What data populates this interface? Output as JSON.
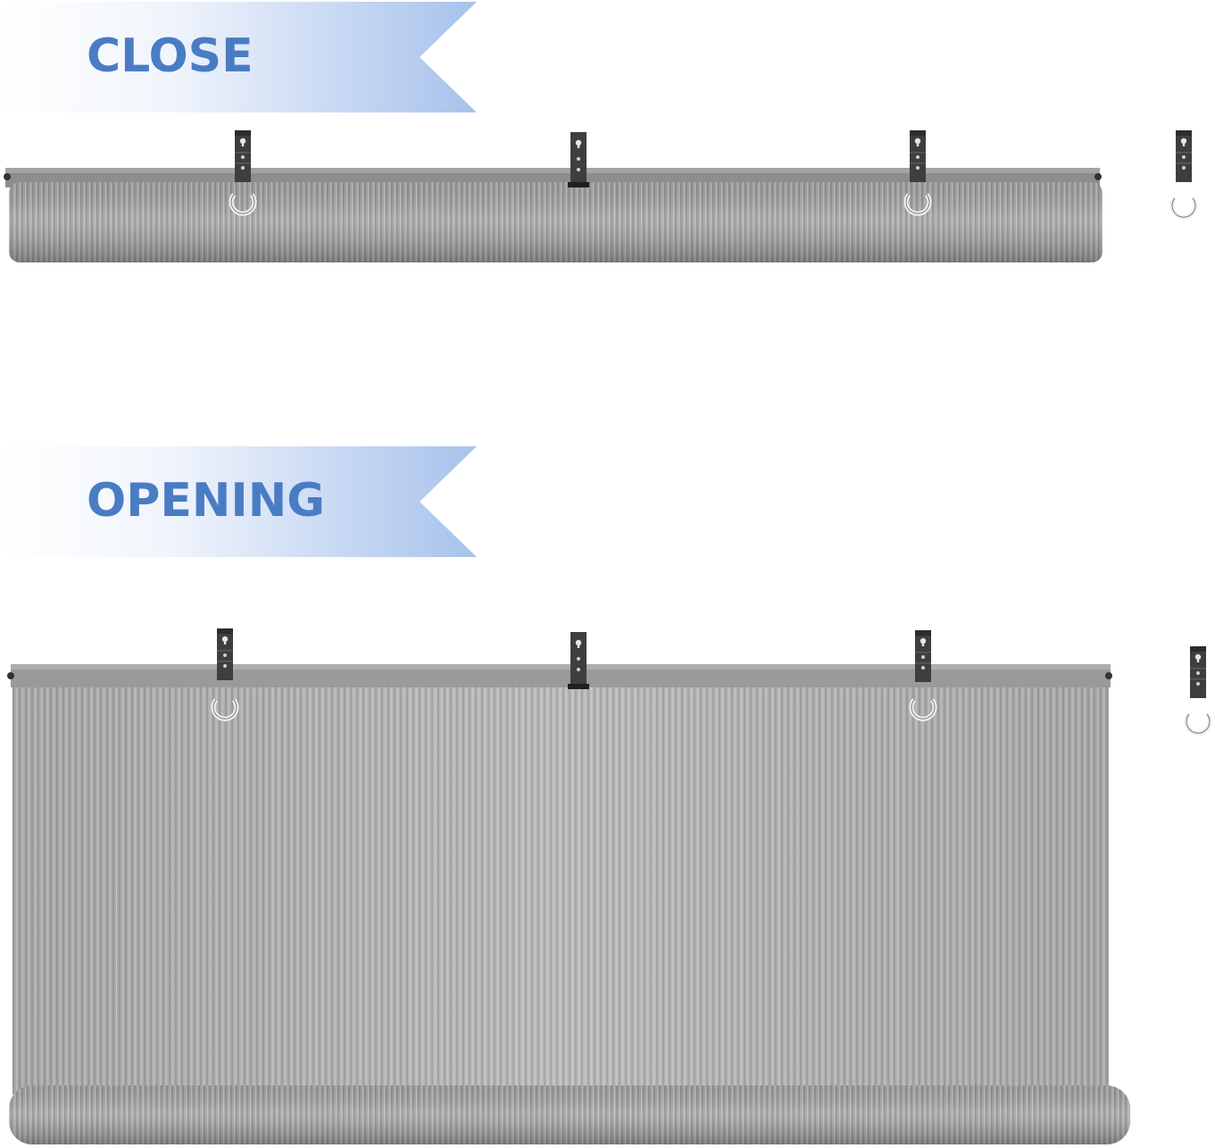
{
  "banners": {
    "close_label": "CLOSE",
    "opening_label": "OPENING"
  },
  "colors": {
    "banner_text": "#4a7cc4",
    "banner_gradient_start": "#ffffff",
    "banner_gradient_end": "#a7c2ec",
    "shade_fabric": "#a9a9a9",
    "shade_fabric_light": "#b8b8b8",
    "shade_stripe": "#c6c6c6",
    "headrail": "#8f8f8f",
    "bracket": "#3d3d3d",
    "background": "#ffffff"
  },
  "states": [
    {
      "state": "close",
      "shade_lowered": 0
    },
    {
      "state": "opening",
      "shade_lowered": 1
    }
  ],
  "icons": {
    "bracket": "mounting-bracket-icon",
    "hook": "hook-icon"
  }
}
